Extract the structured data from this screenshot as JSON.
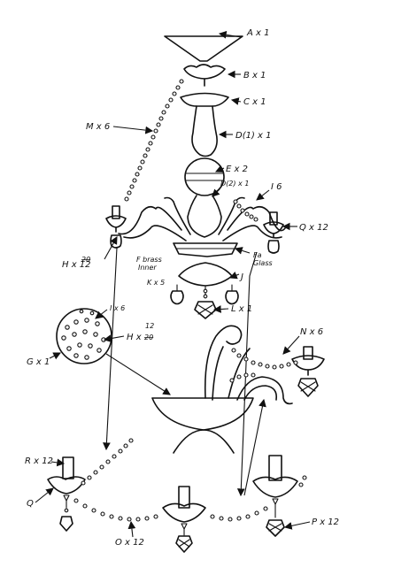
{
  "labels": {
    "a": "A x 1",
    "b": "B x 1",
    "c": "C x 1",
    "d1": "D(1) x 1",
    "e": "E x 2",
    "d2": "D(2) x 1",
    "i": "I 6",
    "m": "M x 6",
    "q1": "Q x 12",
    "h1": "H x 12",
    "h1_struck": "20",
    "fbrass_1": "F brass",
    "fbrass_2": "Inner",
    "fa_1": "Fa",
    "fa_2": "Glass",
    "j": "J",
    "k": "K x 5",
    "l": "L x 1",
    "g_i": "I x 6",
    "g_h_top": "12",
    "g_h": "H x",
    "g_h_struck": "20",
    "g": "G x 1",
    "n": "N x 6",
    "r": "R x 12",
    "q2": "Q",
    "o": "O x 12",
    "p": "P x 12"
  }
}
